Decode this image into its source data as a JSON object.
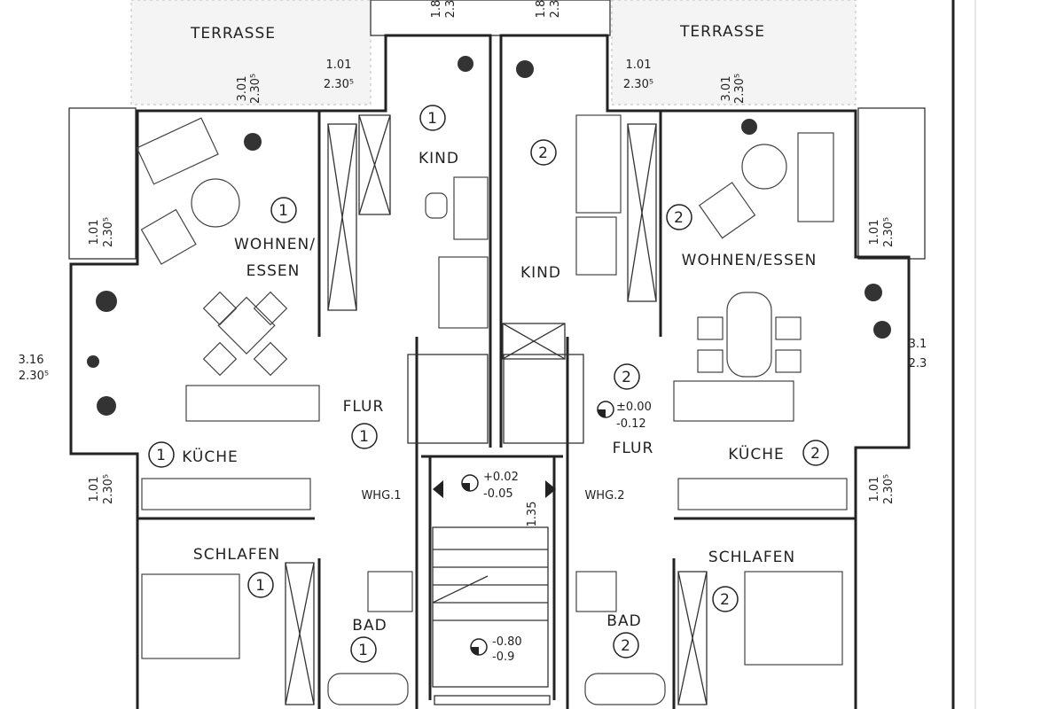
{
  "plan": {
    "terraces": [
      "TERRASSE",
      "TERRASSE"
    ],
    "rooms": {
      "wohnen1": {
        "no": "1",
        "label1": "WOHNEN/",
        "label2": "ESSEN"
      },
      "kind1": {
        "no": "1",
        "label": "KIND"
      },
      "kind2": {
        "no": "2",
        "label": "KIND"
      },
      "wohnen2": {
        "no": "2",
        "label": "WOHNEN/ESSEN"
      },
      "flur1": {
        "no": "1",
        "label": "FLUR"
      },
      "flur2": {
        "no": "2",
        "label": "FLUR"
      },
      "kueche1": {
        "no": "1",
        "label": "KÜCHE"
      },
      "kueche2": {
        "no": "2",
        "label": "KÜCHE"
      },
      "schlafen1": {
        "no": "1",
        "label": "SCHLAFEN"
      },
      "schlafen2": {
        "no": "2",
        "label": "SCHLAFEN"
      },
      "bad1": {
        "no": "1",
        "label": "BAD"
      },
      "bad2": {
        "no": "2",
        "label": "BAD"
      }
    },
    "units": [
      "WHG.1",
      "WHG.2"
    ],
    "levels": {
      "flur2": [
        "±0.00",
        "-0.12"
      ],
      "stair": [
        "+0.02",
        "-0.05"
      ],
      "lower": [
        "-0.80",
        "-0.9"
      ]
    },
    "dims": {
      "d1": [
        "3.01",
        "2.30⁵"
      ],
      "d2": [
        "1.01",
        "2.30⁵"
      ],
      "d3": [
        "1.01",
        "2.30⁵"
      ],
      "d4": [
        "3.01",
        "2.30⁵"
      ],
      "d5": [
        "1.01",
        "2.30⁵"
      ],
      "d6": [
        "3.16",
        "2.30⁵"
      ],
      "d7": [
        "1.01",
        "2.30⁵"
      ],
      "d8": [
        "1.01",
        "2.30⁵"
      ],
      "d9": [
        "3.1",
        "2.3"
      ],
      "d10": [
        "1.01",
        "2.30⁵"
      ],
      "d11": [
        "1.35"
      ],
      "top1": [
        "1.8",
        "2.3"
      ],
      "top2": [
        "1.8",
        "2.3"
      ]
    }
  }
}
